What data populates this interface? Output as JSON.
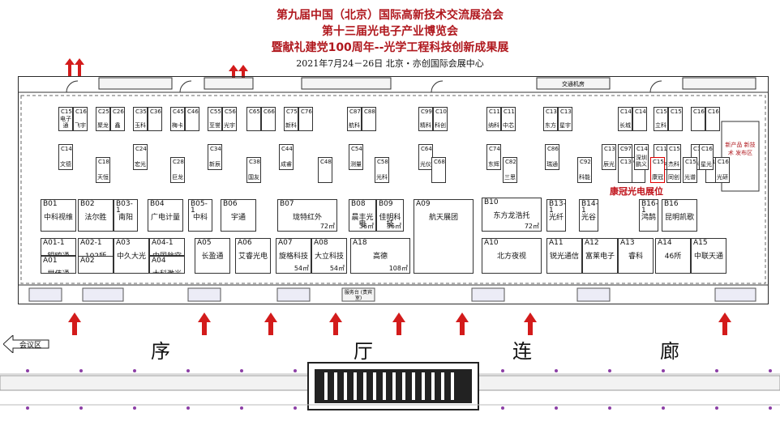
{
  "title": {
    "line1": "第九届中国（北京）国际高新技术交流展洽会",
    "line2": "第十三届光电子产业博览会",
    "line3": "暨献礼建党100周年--光学工程科技创新成果展",
    "date": "2021年7月24－26日 北京・亦创国际会展中心"
  },
  "labels": {
    "highlight": "康冠光电展位",
    "meeting": "会议区",
    "corridor": [
      "序",
      "厅",
      "连",
      "廊"
    ],
    "new_products": "新产品 新技术 发布区",
    "service": "服务台 (贵宾室)",
    "transport": "交通机房"
  },
  "booths_small": [
    {
      "code": "C15",
      "name": "电子通"
    },
    {
      "code": "C16",
      "name": "飞宇"
    },
    {
      "code": "C25",
      "name": "聚龙"
    },
    {
      "code": "C26",
      "name": "鑫"
    },
    {
      "code": "C35",
      "name": "玉科"
    },
    {
      "code": "C36",
      "name": ""
    },
    {
      "code": "C45",
      "name": "梅卡"
    },
    {
      "code": "C46",
      "name": ""
    },
    {
      "code": "C55",
      "name": "至誉"
    },
    {
      "code": "C56",
      "name": "光宇"
    },
    {
      "code": "C65",
      "name": ""
    },
    {
      "code": "C66",
      "name": ""
    },
    {
      "code": "C75",
      "name": "新科"
    },
    {
      "code": "C76",
      "name": ""
    },
    {
      "code": "C87",
      "name": "航科"
    },
    {
      "code": "C88",
      "name": ""
    },
    {
      "code": "C99",
      "name": "精科"
    },
    {
      "code": "C100",
      "name": "科创"
    },
    {
      "code": "C113",
      "name": "纳科"
    },
    {
      "code": "C116",
      "name": "中芯"
    },
    {
      "code": "C136",
      "name": "东方"
    },
    {
      "code": "C137",
      "name": "星宇"
    },
    {
      "code": "C146",
      "name": "长城"
    },
    {
      "code": "C147",
      "name": ""
    },
    {
      "code": "C156",
      "name": "立科"
    },
    {
      "code": "C157",
      "name": ""
    },
    {
      "code": "C166",
      "name": ""
    },
    {
      "code": "C167",
      "name": ""
    }
  ],
  "booths_mid": [
    {
      "code": "C14",
      "name": "文德"
    },
    {
      "code": "C18",
      "name": "天恒"
    },
    {
      "code": "C24",
      "name": "宏光"
    },
    {
      "code": "C28",
      "name": "巨龙"
    },
    {
      "code": "C34",
      "name": "新辰"
    },
    {
      "code": "C38",
      "name": "国友"
    },
    {
      "code": "C44",
      "name": "成睿"
    },
    {
      "code": "C48",
      "name": ""
    },
    {
      "code": "C54",
      "name": "测量"
    },
    {
      "code": "C58",
      "name": "光科"
    },
    {
      "code": "C64",
      "name": "光仪"
    },
    {
      "code": "C68",
      "name": ""
    },
    {
      "code": "C74",
      "name": "东辉"
    },
    {
      "code": "C82",
      "name": "三思"
    },
    {
      "code": "C86",
      "name": "瑞通"
    },
    {
      "code": "C92",
      "name": "科能"
    },
    {
      "code": "C97",
      "name": "联测"
    },
    {
      "code": "C98",
      "name": ""
    },
    {
      "code": "C111",
      "name": "海坤"
    },
    {
      "code": "C119",
      "name": "同创"
    },
    {
      "code": "C124",
      "name": "中科"
    },
    {
      "code": "C125",
      "name": ""
    },
    {
      "code": "C134",
      "name": "辰光"
    },
    {
      "code": "C135",
      "name": ""
    },
    {
      "code": "C142",
      "name": "深圳鹏义"
    },
    {
      "code": "C150",
      "name": "康冠"
    },
    {
      "code": "C154",
      "name": "杰科"
    },
    {
      "code": "C158",
      "name": "光谱"
    },
    {
      "code": "C164",
      "name": "星光"
    },
    {
      "code": "C169",
      "name": "光研"
    }
  ],
  "booths_large": [
    {
      "code": "B01",
      "name": "中科视维",
      "size": ""
    },
    {
      "code": "B02",
      "name": "法尔胜",
      "size": ""
    },
    {
      "code": "B03-1",
      "name": "南阳",
      "size": ""
    },
    {
      "code": "B04",
      "name": "广电计量",
      "size": ""
    },
    {
      "code": "B05-1",
      "name": "中科",
      "size": ""
    },
    {
      "code": "B06",
      "name": "宇通",
      "size": ""
    },
    {
      "code": "B07",
      "name": "珑特红外",
      "size": "72㎡"
    },
    {
      "code": "B08",
      "name": "晨丰光电",
      "size": "36㎡"
    },
    {
      "code": "B09",
      "name": "佳明科技",
      "size": "36㎡"
    },
    {
      "code": "A09",
      "name": "航天展团",
      "size": ""
    },
    {
      "code": "B10",
      "name": "东方龙浩托",
      "size": "72㎡"
    },
    {
      "code": "B13-1",
      "name": "光纤",
      "size": ""
    },
    {
      "code": "B14-1",
      "name": "光谷",
      "size": ""
    },
    {
      "code": "B16-1",
      "name": "鸿鹄",
      "size": ""
    },
    {
      "code": "B16",
      "name": "昆明凯歌",
      "size": ""
    },
    {
      "code": "A01-1",
      "name": "银鸥通",
      "size": ""
    },
    {
      "code": "A01",
      "name": "世伟通",
      "size": ""
    },
    {
      "code": "A02-1",
      "name": "102所",
      "size": ""
    },
    {
      "code": "A02",
      "name": "",
      "size": ""
    },
    {
      "code": "A03",
      "name": "中久大光",
      "size": ""
    },
    {
      "code": "A04-1",
      "name": "中国航空",
      "size": ""
    },
    {
      "code": "A04",
      "name": "大科激光",
      "size": ""
    },
    {
      "code": "A05",
      "name": "长盈通",
      "size": ""
    },
    {
      "code": "A06",
      "name": "艾睿光电",
      "size": ""
    },
    {
      "code": "A07",
      "name": "旋格科技",
      "size": "54㎡"
    },
    {
      "code": "A08",
      "name": "大立科技",
      "size": "54㎡"
    },
    {
      "code": "A18",
      "name": "高德",
      "size": "108㎡"
    },
    {
      "code": "A10",
      "name": "北方夜视",
      "size": ""
    },
    {
      "code": "A11",
      "name": "锐光通信",
      "size": ""
    },
    {
      "code": "A12",
      "name": "富莱电子",
      "size": ""
    },
    {
      "code": "A13",
      "name": "睿科",
      "size": ""
    },
    {
      "code": "A14",
      "name": "46所",
      "size": ""
    },
    {
      "code": "A15",
      "name": "中联天通",
      "size": ""
    }
  ]
}
